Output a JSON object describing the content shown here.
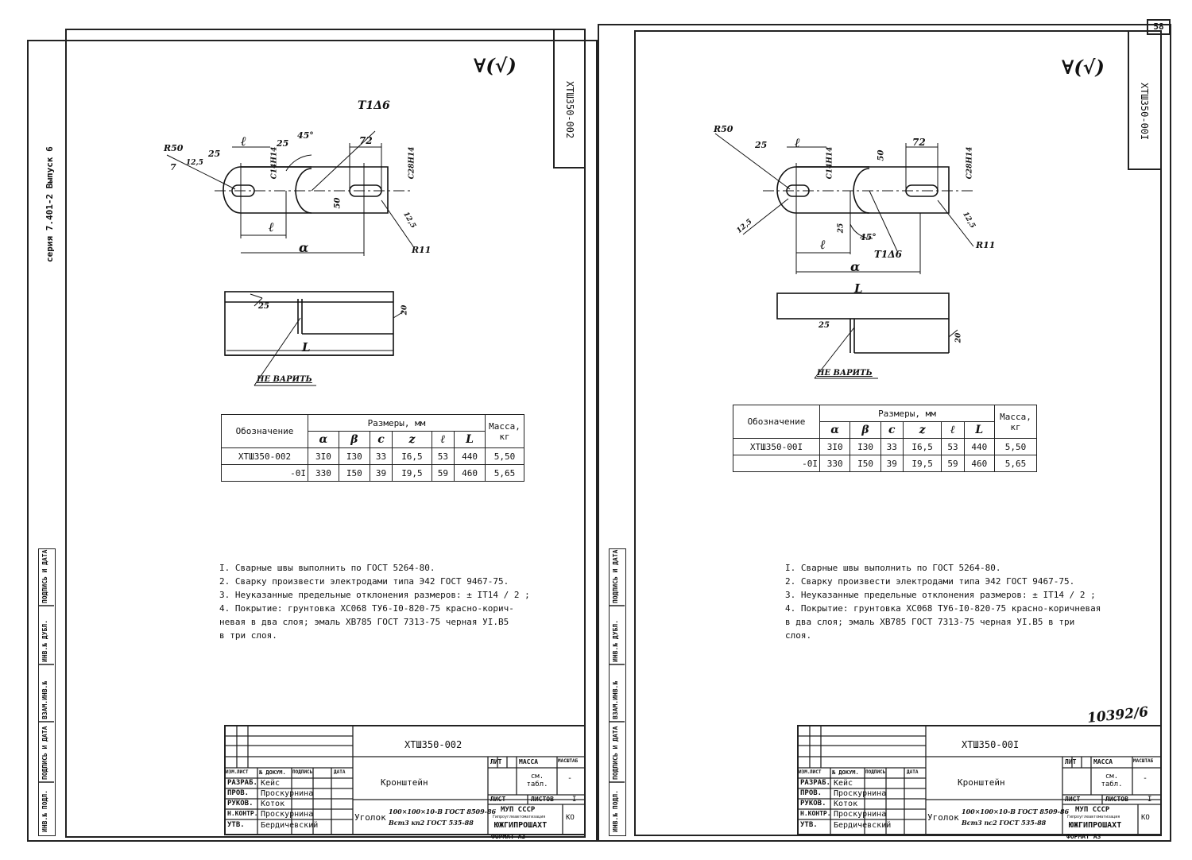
{
  "page_number": "58",
  "series_label": "серия 7.401-2   Выпуск 6",
  "inventory_number": "10392/6",
  "side_stamp_labels": [
    "ИНВ.№ ПОДЛ.",
    "ПОДПИСЬ И ДАТА",
    "ВЗАМ.ИНВ.№",
    "ИНВ.№ ДУБЛ.",
    "ПОДПИСЬ И ДАТА"
  ],
  "sheets": [
    {
      "code": "ХТШ350-002",
      "roughness": "∀(√)",
      "dims": {
        "r50": "R50",
        "r25a": "25",
        "r7": "7",
        "r125": "12,5",
        "e": "ℓ",
        "c14": "C14H14",
        "d25": "25",
        "deg": "45°",
        "t1a6": "T1Δ6",
        "d72": "72",
        "c28": "C28H14",
        "d50": "50",
        "d125b": "12,5",
        "b": "ℓ",
        "a": "α",
        "r11": "R11",
        "d25c": "25",
        "d20": "20",
        "L": "L",
        "no_weld": "НЕ ВАРИТЬ"
      },
      "table": {
        "header_designation": "Обозначение",
        "header_sizes": "Размеры, мм",
        "header_mass": "Масса, кг",
        "columns": [
          "α",
          "β",
          "c",
          "z",
          "ℓ",
          "L"
        ],
        "rows": [
          {
            "designation": "ХТШ350-002",
            "values": [
              "3I0",
              "I30",
              "33",
              "I6,5",
              "53",
              "440"
            ],
            "mass": "5,50"
          },
          {
            "designation": "-0I",
            "values": [
              "330",
              "I50",
              "39",
              "I9,5",
              "59",
              "460"
            ],
            "mass": "5,65"
          }
        ]
      },
      "notes": [
        "I. Сварные швы выполнить по ГОСТ 5264-80.",
        "2. Сварку произвести электродами типа Э42 ГОСТ 9467-75.",
        "3. Неуказанные предельные отклонения размеров: ± IT14 / 2 ;",
        "4. Покрытие: грунтовка ХС068 ТУ6-I0-820-75 красно-корич-",
        "   невая в два слоя; эмаль ХВ785 ГОСТ 7313-75 черная УI.В5",
        "   в три слоя."
      ],
      "stamp": {
        "title": "ХТШ350-002",
        "name": "Кронштейн",
        "material_1": "Уголок",
        "material_2": "100×100×10-В ГОСТ 8509-86",
        "material_3": "Вст3 кп2 ГОСТ 535-88",
        "header_cols": [
          "ИЗМ.",
          "ЛИСТ",
          "№ ДОКУМ.",
          "ПОДПИСЬ",
          "ДАТА"
        ],
        "rows": [
          {
            "role": "РАЗРАБ.",
            "person": "Кейс"
          },
          {
            "role": "ПРОВ.",
            "person": "Проскурнина"
          },
          {
            "role": "РУКОВ.",
            "person": "Коток"
          },
          {
            "role": "Н.КОНТР.",
            "person": "Проскурнина"
          },
          {
            "role": "УТВ.",
            "person": "Бердичевский"
          }
        ],
        "lit": "ЛИТ",
        "mass": "МАССА",
        "scale": "МАСШТАБ",
        "mass_value": "см. табл.",
        "scale_value": "-",
        "sheet": "ЛИСТ",
        "sheets": "ЛИСТОВ",
        "sheets_value": "I",
        "org_1": "МУП СССР",
        "org_2": "Гипроуглеавтоматизация",
        "org_3": "ЮЖГИПРОШАХТ",
        "org_4": "КО",
        "format": "ФОРМАТ А3"
      }
    },
    {
      "code": "ХТШ350-00I",
      "roughness": "∀(√)",
      "dims": {
        "r50": "R50",
        "r25a": "25",
        "r7": "12,5",
        "r125": "12,5",
        "e": "ℓ",
        "c14": "C14H14",
        "d25": "25",
        "deg": "45°",
        "t1a6": "T1Δ6",
        "d72": "72",
        "c28": "C28H14",
        "d50": "50",
        "d125b": "12,5",
        "b": "ℓ",
        "a": "α",
        "r11": "R11",
        "d25c": "25",
        "d20": "20",
        "L": "L",
        "no_weld": "НЕ ВАРИТЬ"
      },
      "table": {
        "header_designation": "Обозначение",
        "header_sizes": "Размеры, мм",
        "header_mass": "Масса, кг",
        "columns": [
          "α",
          "β",
          "c",
          "z",
          "ℓ",
          "L"
        ],
        "rows": [
          {
            "designation": "ХТШ350-00I",
            "values": [
              "3I0",
              "I30",
              "33",
              "I6,5",
              "53",
              "440"
            ],
            "mass": "5,50"
          },
          {
            "designation": "-0I",
            "values": [
              "330",
              "I50",
              "39",
              "I9,5",
              "59",
              "460"
            ],
            "mass": "5,65"
          }
        ]
      },
      "notes": [
        "I. Сварные швы выполнить по ГОСТ 5264-80.",
        "2. Сварку произвести электродами типа Э42 ГОСТ 9467-75.",
        "3. Неуказанные предельные отклонения размеров: ± IT14 / 2 ;",
        "4. Покрытие: грунтовка ХС068 ТУ6-I0-820-75 красно-коричневая",
        "   в два слоя; эмаль ХВ785 ГОСТ 7313-75 черная УI.В5 в три",
        "   слоя."
      ],
      "stamp": {
        "title": "ХТШ350-00I",
        "name": "Кронштейн",
        "material_1": "Уголок",
        "material_2": "100×100×10-В ГОСТ 8509-86",
        "material_3": "Вст3 пс2 ГОСТ 535-88",
        "header_cols": [
          "ИЗМ.",
          "ЛИСТ",
          "№ ДОКУМ.",
          "ПОДПИСЬ",
          "ДАТА"
        ],
        "rows": [
          {
            "role": "РАЗРАБ.",
            "person": "Кейс"
          },
          {
            "role": "ПРОВ.",
            "person": "Проскурнина"
          },
          {
            "role": "РУКОВ.",
            "person": "Коток"
          },
          {
            "role": "Н.КОНТР.",
            "person": "Проскурнина"
          },
          {
            "role": "УТВ.",
            "person": "Бердичевский"
          }
        ],
        "lit": "ЛИТ",
        "mass": "МАССА",
        "scale": "МАСШТАБ",
        "mass_value": "см. табл.",
        "scale_value": "-",
        "sheet": "ЛИСТ",
        "sheets": "ЛИСТОВ",
        "sheets_value": "I",
        "org_1": "МУП СССР",
        "org_2": "Гипроуглеавтоматизация",
        "org_3": "ЮЖГИПРОШАХТ",
        "org_4": "КО",
        "format": "ФОРМАТ А3"
      }
    }
  ]
}
